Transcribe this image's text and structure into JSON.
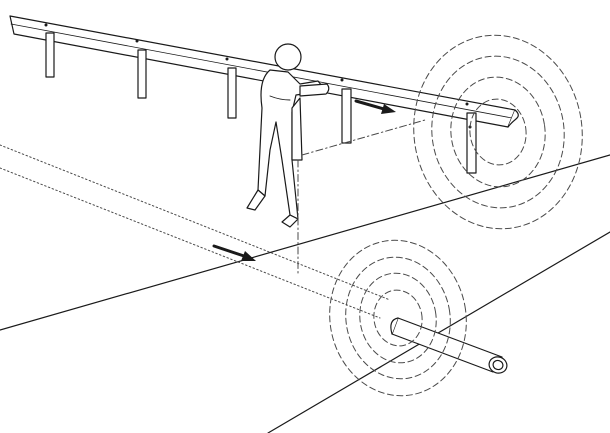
{
  "illustration": {
    "elements": [
      "guardrail",
      "guardrail-posts",
      "person-holding-detector",
      "buried-pipe",
      "road-surface",
      "signal-rings",
      "direction-arrows"
    ]
  },
  "colors": {
    "background": "#ffffff",
    "line": "#1a1a1a",
    "dashed": "#4a4a4a"
  }
}
